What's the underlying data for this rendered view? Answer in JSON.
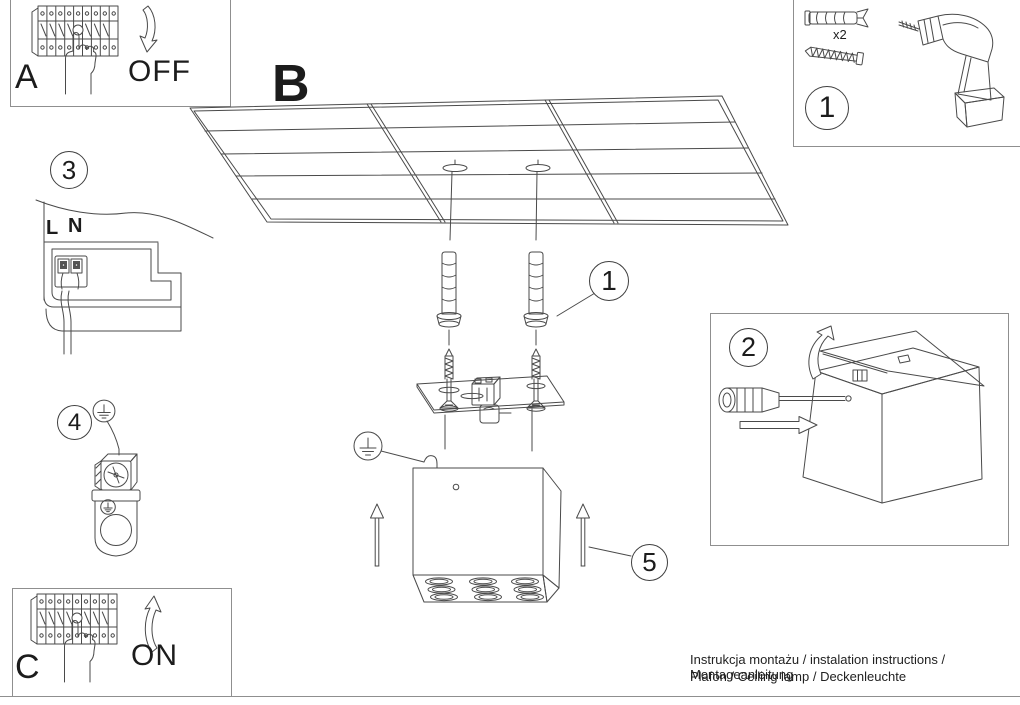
{
  "colors": {
    "ink": "#4a4a4a",
    "frame": "#8f8f8f",
    "text": "#1c1c1c"
  },
  "labels": {
    "panel_a": "A",
    "panel_b": "B",
    "panel_c": "C",
    "switch_off": "OFF",
    "switch_on": "ON",
    "wire_live": "L",
    "wire_neutral": "N",
    "anchor_quantity": "x2"
  },
  "callouts": {
    "parts_box": "1",
    "anchors": "1",
    "open_body": "2",
    "wiring": "3",
    "earth_clamp": "4",
    "mount_body": "5"
  },
  "footer": {
    "line1": "Instrukcja montażu / instalation instructions / Montageanleitung",
    "line2": "Plafon / Ceiling lamp / Deckenleuchte"
  }
}
